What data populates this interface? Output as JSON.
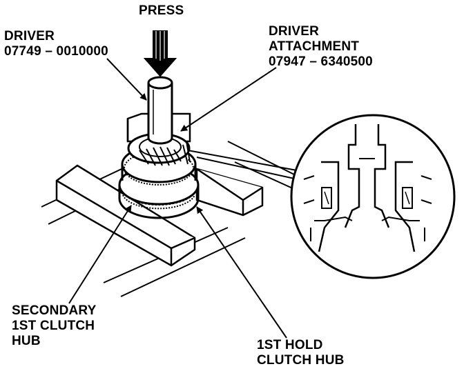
{
  "colors": {
    "ink": "#000000",
    "paper": "#ffffff"
  },
  "labels": {
    "press": "PRESS",
    "driver": {
      "line1": "DRIVER",
      "line2": "07749 – 0010000"
    },
    "driver_attachment": {
      "line1": "DRIVER",
      "line2": "ATTACHMENT",
      "line3": "07947 – 6340500"
    },
    "secondary_hub": {
      "line1": "SECONDARY",
      "line2": "1ST CLUTCH",
      "line3": "HUB"
    },
    "hold_hub": {
      "line1": "1ST HOLD",
      "line2": "CLUTCH HUB"
    }
  }
}
